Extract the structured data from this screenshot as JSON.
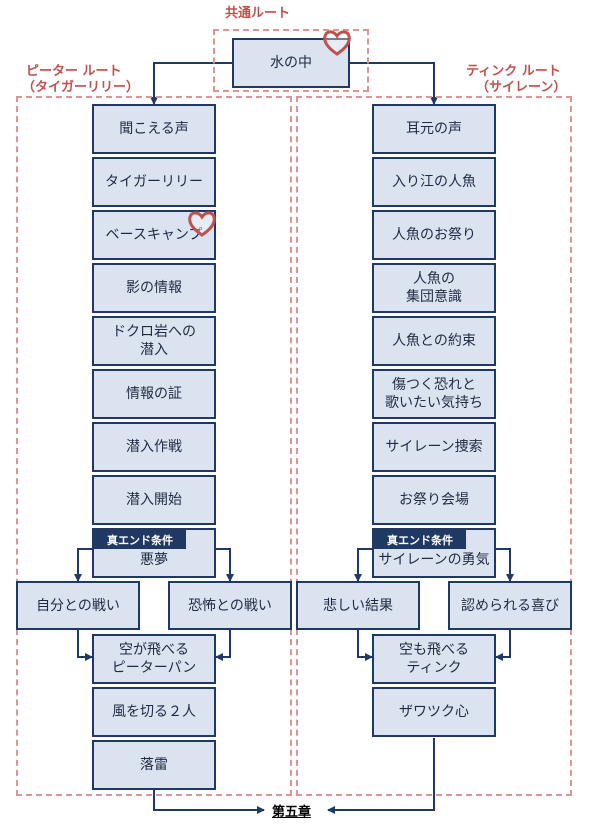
{
  "titles": {
    "common": "共通ルート",
    "peter_line1": "ピーター ルート",
    "peter_line2": "（タイガーリリー）",
    "tink_line1": "ティンク ルート",
    "tink_line2": "（サイレーン）"
  },
  "start_node": "水の中",
  "peter_nodes": [
    "聞こえる声",
    "タイガーリリー",
    "ベースキャンプ",
    "影の情報",
    "ドクロ岩への\n潜入",
    "情報の証",
    "潜入作戦",
    "潜入開始",
    "悪夢"
  ],
  "peter_branches": [
    "自分との戦い",
    "恐怖との戦い"
  ],
  "peter_after": [
    "空が飛べる\nピーターパン",
    "風を切る２人",
    "落雷"
  ],
  "tink_nodes": [
    "耳元の声",
    "入り江の人魚",
    "人魚のお祭り",
    "人魚の\n集団意識",
    "人魚との約束",
    "傷つく恐れと\n歌いたい気持ち",
    "サイレーン捜索",
    "お祭り会場",
    "サイレーンの勇気"
  ],
  "tink_branches": [
    "悲しい結果",
    "認められる喜び"
  ],
  "tink_after": [
    "空も飛べる\nティンク",
    "ザワツク心"
  ],
  "true_end_tags": [
    "真エンド条件",
    "真エンド条件"
  ],
  "end": "第五章",
  "colors": {
    "node_fill": "#dbe3f0",
    "node_border": "#1f3864",
    "dash": "#d99694",
    "title": "#c0504d",
    "heart": "#c0504d"
  }
}
